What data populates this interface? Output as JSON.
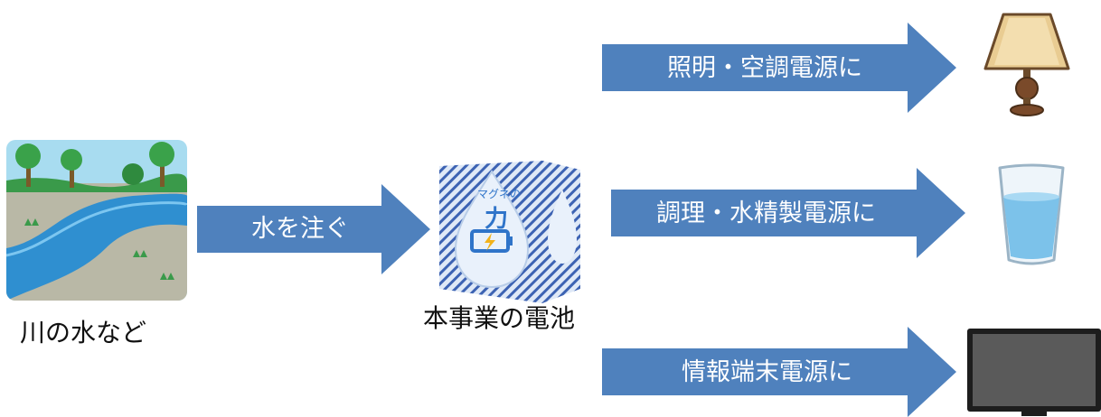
{
  "colors": {
    "arrow": "#4f81bd",
    "sky": "#a8dcf0",
    "river": "#2f8fd0",
    "ground": "#b9b8a6",
    "grass": "#3a9a4a"
  },
  "source": {
    "caption": "川の水など",
    "icon": "river-landscape-icon"
  },
  "input_arrow": {
    "label": "水を注ぐ"
  },
  "battery": {
    "caption": "本事業の電池",
    "package_title": "マグネの",
    "package_big": "力",
    "icon": "battery-box-icon"
  },
  "outputs": [
    {
      "label": "照明・空調電源に",
      "icon": "lamp-icon"
    },
    {
      "label": "調理・水精製電源に",
      "icon": "water-glass-icon"
    },
    {
      "label": "情報端末電源に",
      "icon": "tv-monitor-icon"
    }
  ]
}
